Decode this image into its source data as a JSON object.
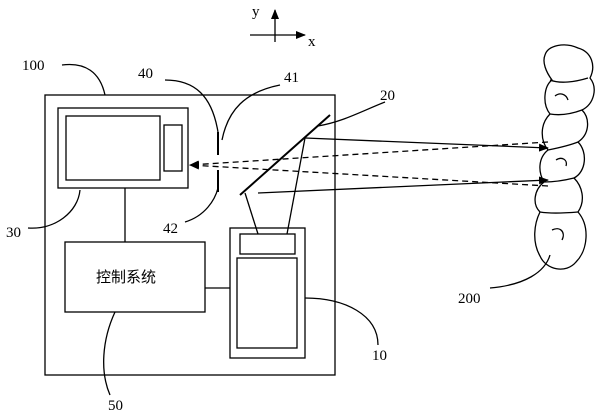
{
  "axes": {
    "y_label": "y",
    "x_label": "x"
  },
  "labels": {
    "system": "100",
    "splitter": "40",
    "splitter_a": "41",
    "splitter_b": "42",
    "mirror": "20",
    "camera": "30",
    "projector": "10",
    "control_ref": "50",
    "object": "200"
  },
  "control_box": {
    "text": "控制系统"
  }
}
